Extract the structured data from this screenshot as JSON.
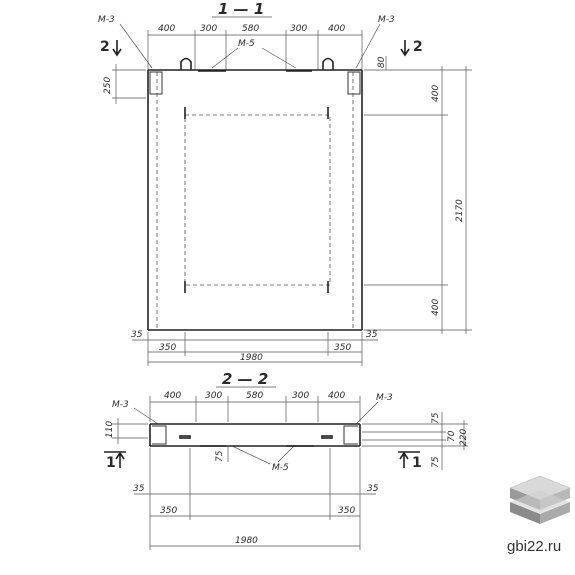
{
  "section_top": {
    "title": "1 — 1",
    "cut_label": "2",
    "marks": {
      "m3": "М-3",
      "m5": "М-5"
    },
    "top_dims": [
      "400",
      "300",
      "580",
      "300",
      "400"
    ],
    "left_dim": "250",
    "right_small_dim": "80",
    "right_dims": [
      "400",
      "2170",
      "400"
    ],
    "bottom_small": "35",
    "bottom_dims": [
      "350",
      "350"
    ],
    "total_width": "1980"
  },
  "section_bottom": {
    "title": "2 — 2",
    "cut_label": "1",
    "marks": {
      "m3": "М-3",
      "m5": "М-5"
    },
    "top_dims": [
      "400",
      "300",
      "580",
      "300",
      "400"
    ],
    "left_dim": "110",
    "right_dims": [
      "75",
      "70",
      "220",
      "75"
    ],
    "inner_dim": "75",
    "bottom_small": "35",
    "bottom_dims": [
      "350",
      "350"
    ],
    "total_width": "1980"
  },
  "watermark": {
    "text": "gbi22.ru"
  }
}
